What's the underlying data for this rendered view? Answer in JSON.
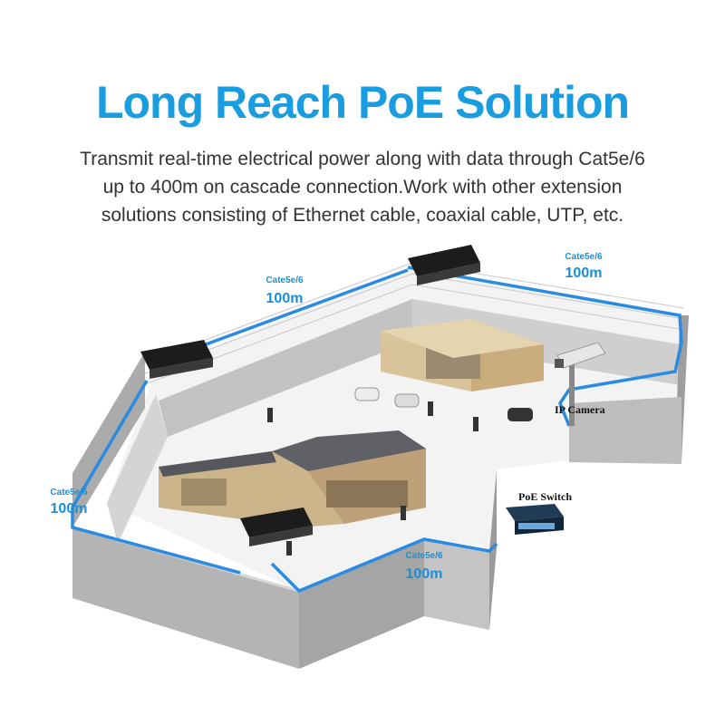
{
  "header": {
    "title": "Long Reach PoE Solution",
    "description_lines": [
      "Transmit real-time electrical power along with data through Cat5e/6",
      "up to 400m on cascade connection.Work with other extension",
      "solutions consisting of Ethernet cable, coaxial cable, UTP, etc."
    ]
  },
  "diagram": {
    "cable_segments": [
      {
        "cable": "Cate5e/6",
        "length": "100m"
      },
      {
        "cable": "Cate5e/6",
        "length": "100m"
      },
      {
        "cable": "Cate5e/6",
        "length": "100m"
      },
      {
        "cable": "Cate5e/6",
        "length": "100m"
      }
    ],
    "camera_label": "IP Camera",
    "switch_label": "PoE Switch",
    "colors": {
      "accent": "#1a9de0",
      "cable": "#2a8be0",
      "wall": "#b9b9b9",
      "ground": "#f4f4f4"
    }
  }
}
